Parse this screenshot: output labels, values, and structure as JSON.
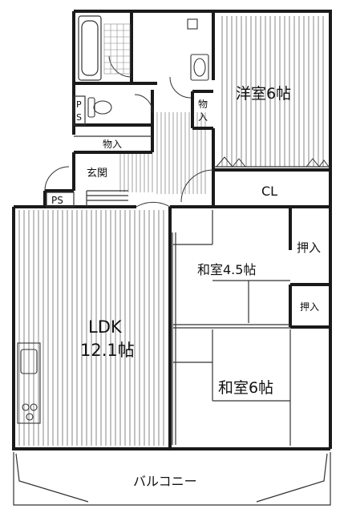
{
  "rooms": {
    "western_room": "洋室6帖",
    "closet": "CL",
    "japanese_room_a": "和室4.5帖",
    "japanese_room_b": "和室6帖",
    "ldk_line1": "LDK",
    "ldk_line2": "12.1帖",
    "balcony": "バルコニー",
    "entrance": "玄関",
    "storage_a": "物入",
    "storage_b": "物入",
    "ps_a": "PS",
    "ps_b_top": "P",
    "ps_b_bottom": "S",
    "oshiire_a": "押入",
    "oshiire_b": "押入"
  },
  "colors": {
    "wall": "#1a1a1a",
    "line": "#333333",
    "floor_line": "#555555"
  }
}
